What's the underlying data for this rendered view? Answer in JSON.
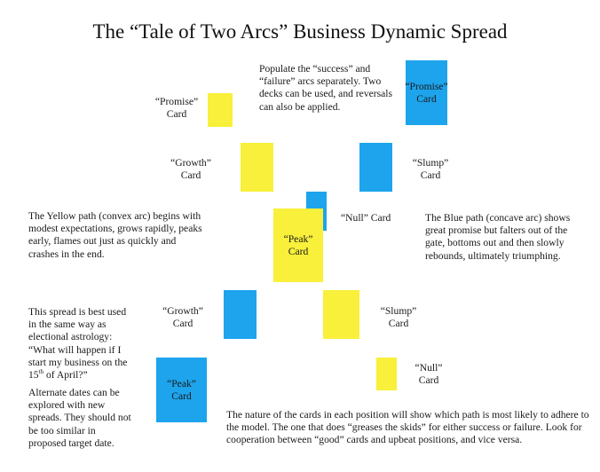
{
  "title": "The “Tale of Two Arcs” Business Dynamic Spread",
  "colors": {
    "yellow_path": "#f8f03a",
    "blue_path": "#1da4ec",
    "background": "#ffffff",
    "text": "#1a1a1a"
  },
  "intro_note": "Populate the “success” and “failure” arcs separately. Two decks can be used, and reversals can also be applied.",
  "yellow_path_description": "The Yellow path (convex arc) begins with modest expectations, grows rapidly, peaks early, flames out just as quickly and crashes in the end.",
  "blue_path_description": "The Blue path (concave arc) shows great promise but falters out of the gate, bottoms out and then slowly rebounds, ultimately triumphing.",
  "usage_note": {
    "line1": "This spread is best used in the same way as electional astrology: “What will happen if I start my business on the 15",
    "sup": "th",
    "line2": " of April?”"
  },
  "alternate_note": "Alternate dates can be explored with new spreads. They should not be too similar  in proposed target date.",
  "closing_note": "The nature of the cards in each position will show which path is most likely to adhere to the model. The one that does “greases the skids” for either success or failure. Look for cooperation between “good” cards and upbeat positions, and vice versa.",
  "cards": {
    "yellow_promise": {
      "path": "yellow",
      "position": "Promise",
      "label_line1": "“Promise”",
      "label_line2": "Card"
    },
    "blue_promise": {
      "path": "blue",
      "position": "Promise",
      "label_line1": "“Promise”",
      "label_line2": "Card"
    },
    "yellow_growth": {
      "path": "yellow",
      "position": "Growth",
      "label_line1": "“Growth”",
      "label_line2": "Card"
    },
    "blue_slump": {
      "path": "blue",
      "position": "Slump",
      "label_line1": "“Slump”",
      "label_line2": "Card"
    },
    "blue_null": {
      "path": "blue",
      "position": "Null",
      "label": "“Null” Card"
    },
    "yellow_peak": {
      "path": "yellow",
      "position": "Peak",
      "label_line1": "“Peak”",
      "label_line2": "Card"
    },
    "blue_growth": {
      "path": "blue",
      "position": "Growth",
      "label_line1": "“Growth”",
      "label_line2": "Card"
    },
    "yellow_slump": {
      "path": "yellow",
      "position": "Slump",
      "label_line1": "“Slump”",
      "label_line2": "Card"
    },
    "blue_peak": {
      "path": "blue",
      "position": "Peak",
      "label_line1": "“Peak”",
      "label_line2": "Card"
    },
    "yellow_null": {
      "path": "yellow",
      "position": "Null",
      "label_line1": "“Null”",
      "label_line2": "Card"
    }
  }
}
